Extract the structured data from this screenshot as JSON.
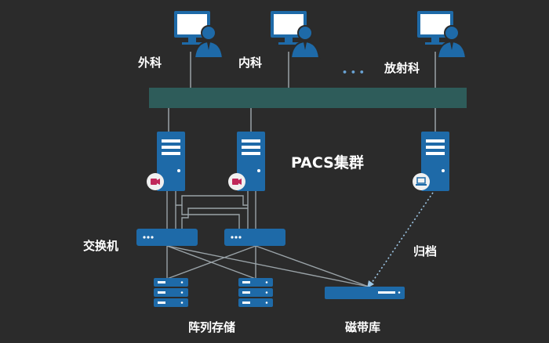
{
  "labels": {
    "surgery": "外科",
    "internal": "内科",
    "ellipsis": "• • •",
    "radiology": "放射科",
    "cluster": "PACS集群",
    "switch": "交换机",
    "archive": "归档",
    "array": "阵列存储",
    "tape": "磁带库"
  },
  "colors": {
    "background": "#2b2b2b",
    "bus": "#2e5c5a",
    "device": "#1e6aa8",
    "device_dark": "#185a90",
    "line": "#9aa3a8",
    "archive_line": "#9ec7e6",
    "icon_badge": "#f0f0f0",
    "camera": "#c0285a"
  },
  "icons": {
    "workstation": "user-at-monitor-icon",
    "server": "tower-server-icon",
    "camera": "video-camera-icon",
    "laptop": "laptop-icon",
    "switch": "network-switch-icon",
    "storage": "storage-array-icon",
    "tape": "tape-library-icon"
  }
}
